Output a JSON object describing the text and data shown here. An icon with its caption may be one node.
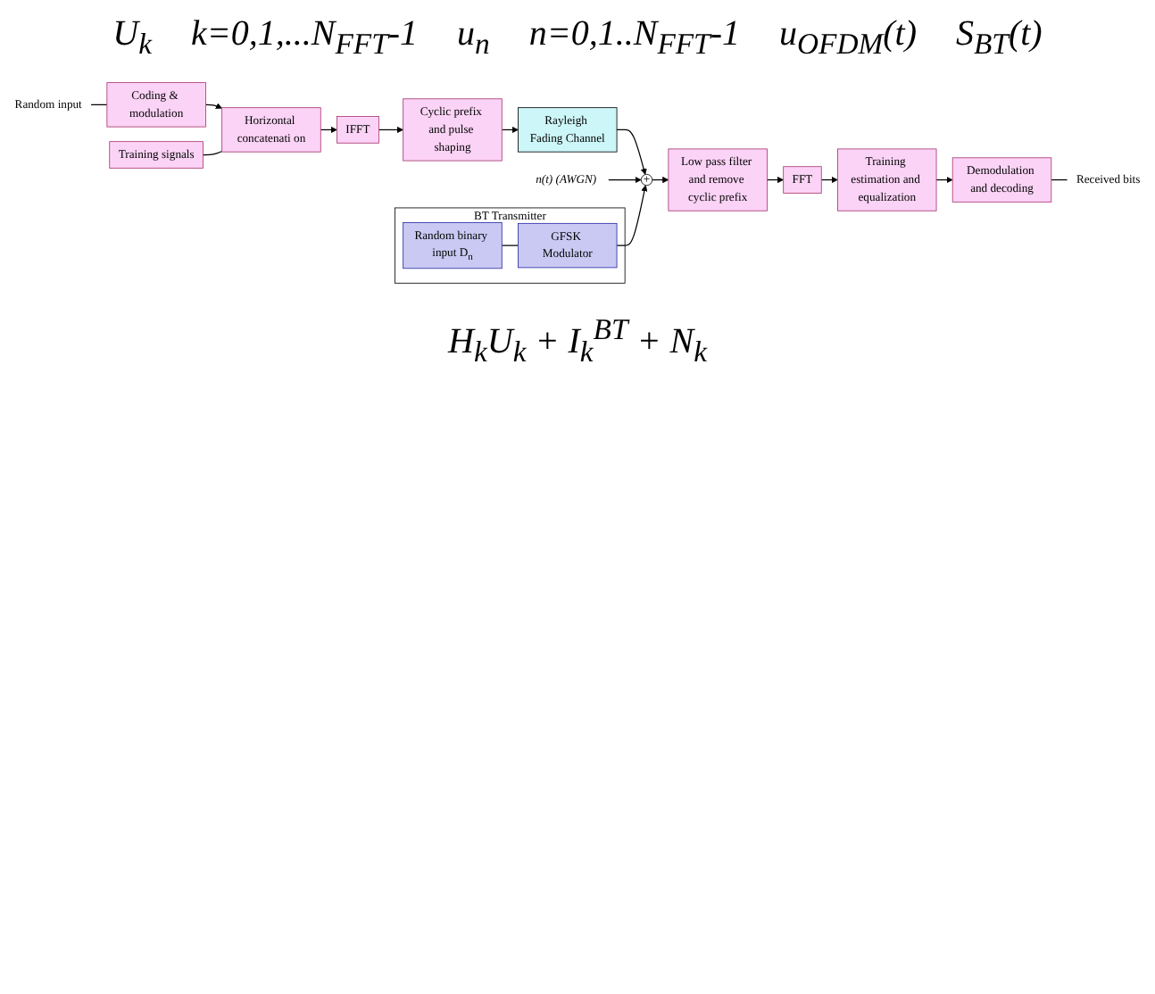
{
  "diagram": {
    "nodes": [
      {
        "text": [
          "Random input"
        ]
      },
      {
        "text": [
          "Coding & modulation"
        ]
      },
      {
        "text": [
          "Horizontal concatenati on"
        ]
      },
      {
        "text": [
          "IFFT"
        ]
      },
      {
        "text": [
          "Cyclic prefix and pulse shaping"
        ]
      },
      {
        "text": [
          "Rayleigh Fading Channel"
        ]
      },
      {
        "text": [
          "+"
        ]
      },
      {
        "text": [
          "n(t) (AWGN)"
        ]
      },
      {
        "text": [
          "Training signals"
        ]
      },
      {
        "text": [
          "BT Transmitter"
        ]
      },
      {
        "text": [
          "Random binary input D$_{n}$"
        ],
        "in": 9
      },
      {
        "text": [
          "GFSK Modulator"
        ],
        "in": 9
      },
      {
        "text": [
          "Low pass filter and remove cyclic prefix"
        ]
      },
      {
        "text": [
          "FFT"
        ]
      },
      {
        "text": [
          "Training estimation and equalization"
        ]
      },
      {
        "text": [
          "Demodulation and decoding"
        ]
      },
      {
        "text": [
          "Received bits"
        ]
      }
    ],
    "edges": [
      {
        "from": 0,
        "to": 1,
        "arrow": "none"
      },
      {
        "from": 1,
        "to": 2,
        "arrow": "to"
      },
      {
        "from": 8,
        "to": 2,
        "arrow": "none"
      },
      {
        "from": 2,
        "to": 3,
        "arrow": "to"
      },
      {
        "from": 3,
        "to": 4,
        "arrow": "to"
      },
      {
        "from": 4,
        "to": 5,
        "arrow": "to"
      },
      {
        "from": 5,
        "to": 6,
        "arrow": "to"
      },
      {
        "from": 7,
        "to": 6,
        "arrow": "to"
      },
      {
        "from": 10,
        "to": 11,
        "arrow": "none"
      },
      {
        "from": 11,
        "to": 6,
        "arrow": "to"
      },
      {
        "from": 6,
        "to": 12,
        "arrow": "to"
      },
      {
        "from": 12,
        "to": 13,
        "arrow": "to"
      },
      {
        "from": 13,
        "to": 14,
        "arrow": "to"
      },
      {
        "from": 14,
        "to": 15,
        "arrow": "to"
      },
      {
        "from": 15,
        "to": 16,
        "arrow": "none"
      }
    ],
    "labels": [
      "U$_{k}$",
      "k=0,1,...N$_{FFT}$-1",
      "u$_{n}$",
      "n=0,1..N$_{FFT}$-1",
      "u$_{OFDM}$(t)",
      "S$_{BT}$(t)",
      "H$_{k}$U$_{k}$ + I$_{k}$$^{BT}$ + N$_{k}$"
    ]
  }
}
